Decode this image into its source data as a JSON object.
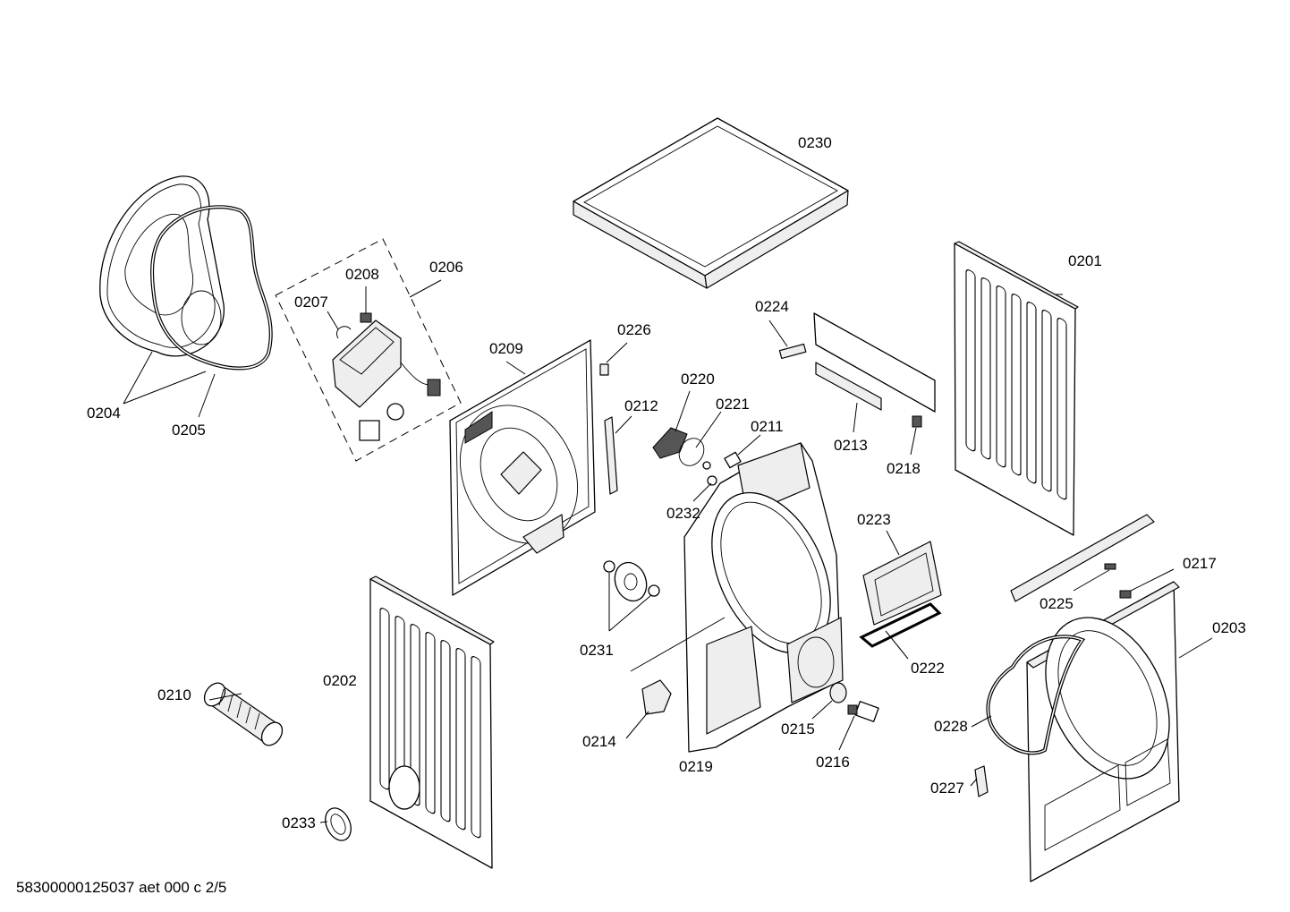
{
  "labels": {
    "p0201": "0201",
    "p0202": "0202",
    "p0203": "0203",
    "p0204": "0204",
    "p0205": "0205",
    "p0206": "0206",
    "p0207": "0207",
    "p0208": "0208",
    "p0209": "0209",
    "p0210": "0210",
    "p0211": "0211",
    "p0212": "0212",
    "p0213": "0213",
    "p0214": "0214",
    "p0215": "0215",
    "p0216": "0216",
    "p0217": "0217",
    "p0218": "0218",
    "p0219": "0219",
    "p0220": "0220",
    "p0221": "0221",
    "p0222": "0222",
    "p0223": "0223",
    "p0224": "0224",
    "p0225": "0225",
    "p0226": "0226",
    "p0227": "0227",
    "p0228": "0228",
    "p0230": "0230",
    "p0231": "0231",
    "p0232": "0232",
    "p0233": "0233"
  },
  "footer": "58300000125037 aet 000 c 2/5"
}
